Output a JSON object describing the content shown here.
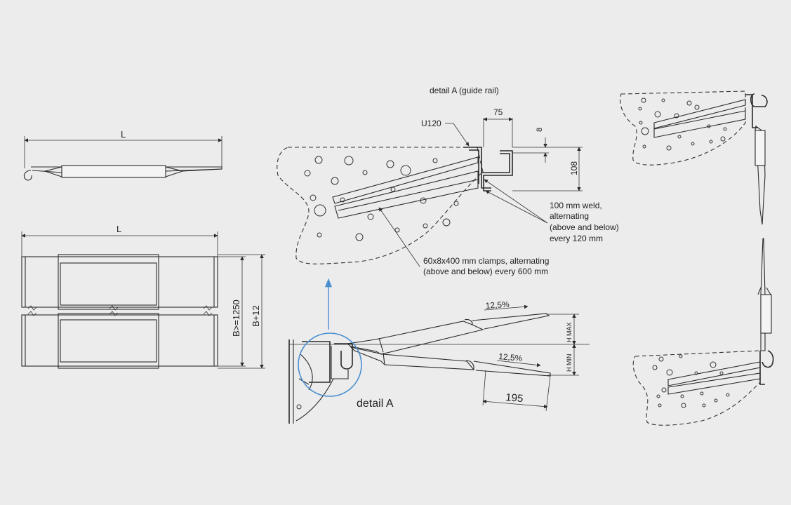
{
  "colors": {
    "background": "#ececec",
    "line": "#2a2a2a",
    "highlight": "#4a8fd0"
  },
  "labels": {
    "side_L": "L",
    "top_L": "L",
    "B_min": "B>=1250",
    "B_plus": "B+12",
    "detail_title": "detail A (guide rail)",
    "U120": "U120",
    "dim_75": "75",
    "dim_8": "8",
    "dim_108": "108",
    "weld_1": "100 mm weld,",
    "weld_2": "alternating",
    "weld_3": "(above and below)",
    "weld_4": "every 120 mm",
    "clamp_1": "60x8x400 mm clamps, alternating",
    "clamp_2": "(above and below) every 600 mm",
    "slope_upper": "12,5%",
    "slope_lower": "12,5%",
    "h_max": "H MAX",
    "h_min": "H MIN",
    "dim_195": "195",
    "detail_A": "detail A"
  }
}
